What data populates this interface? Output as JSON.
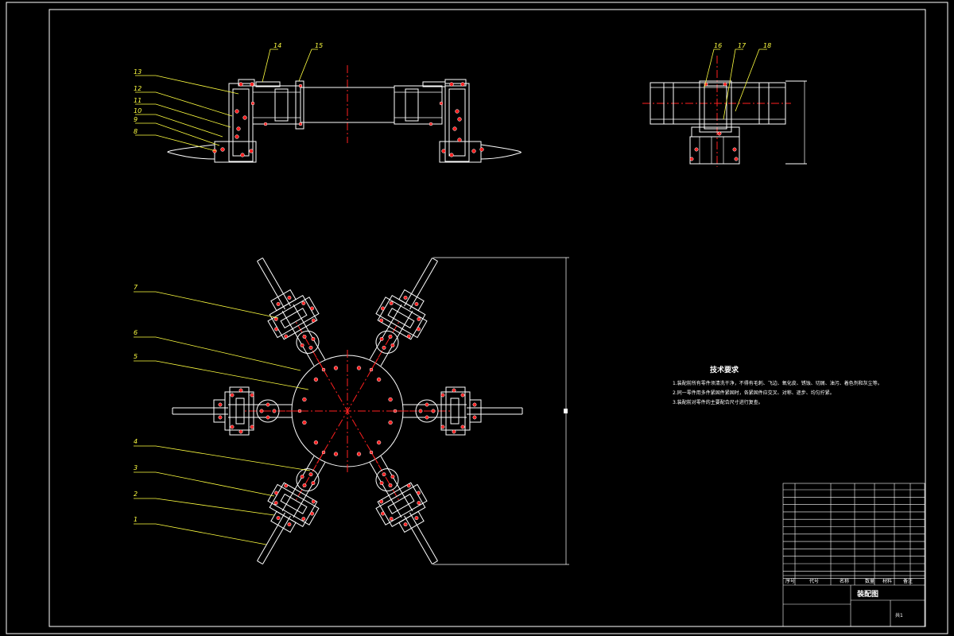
{
  "top_view_labels": [
    "13",
    "12",
    "11",
    "10",
    "9",
    "8"
  ],
  "top_view_callouts": [
    "14",
    "15"
  ],
  "side_view_callouts": [
    "16",
    "17",
    "18"
  ],
  "plan_view_labels": [
    "7",
    "6",
    "5",
    "4",
    "3",
    "2",
    "1"
  ],
  "tech_req": {
    "title": "技术要求",
    "items": [
      "1.装配前所有零件须清洗干净，不得有毛刺、飞边、氧化皮、锈蚀、切屑、油污、着色剂和灰尘等。",
      "2.同一零件用多件紧固件紧固时，各紧固件应交叉、对称、逐步、均匀拧紧。",
      "3.装配前对零件的主要配合尺寸进行复查。"
    ]
  },
  "title_block": {
    "drawing_name": "装配图",
    "sheet": "共1",
    "header": [
      "序号",
      "代号",
      "名称",
      "数量",
      "材料",
      "备注"
    ]
  }
}
